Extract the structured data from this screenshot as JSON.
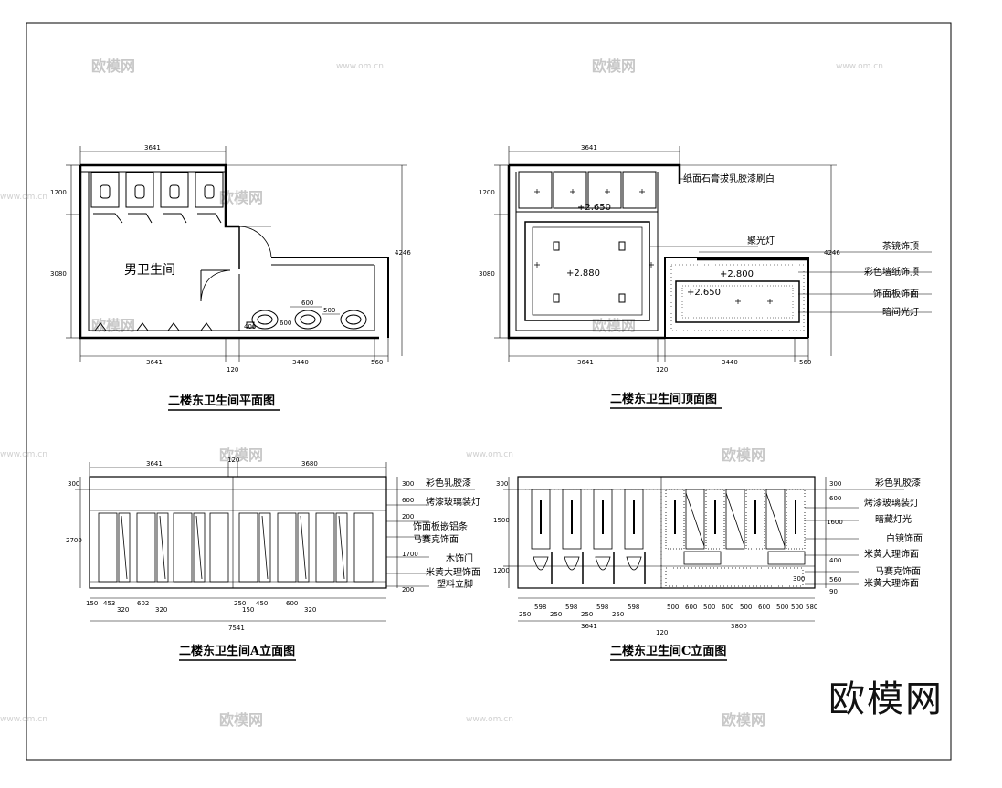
{
  "titles": {
    "plan": "二楼东卫生间平面图",
    "ceiling": "二楼东卫生间顶面图",
    "elevA": "二楼东卫生间A立面图",
    "elevC": "二楼东卫生间C立面图"
  },
  "plan": {
    "room_label": "男卫生间",
    "dims": {
      "top": "3641",
      "left_upper": "1200",
      "left_total": "3080",
      "right": "4246",
      "bottom_left": "3641",
      "bottom_mid": "120",
      "bottom_right": "3440",
      "bottom_end": "560",
      "d600a": "600",
      "d600b": "600",
      "d500": "500",
      "d400": "400"
    }
  },
  "ceiling": {
    "dims": {
      "top": "3641",
      "left_upper": "1200",
      "left_total": "3080",
      "right": "4246",
      "bottom_left": "3641",
      "bottom_mid": "120",
      "bottom_right": "3440",
      "bottom_end": "560"
    },
    "levels": {
      "l1": "+2.650",
      "l2": "+2.880",
      "l3": "+2.800",
      "l4": "+2.650"
    },
    "labels": {
      "gypsum": "纸面石膏拔乳胶漆刷白",
      "spot": "聚光灯",
      "mirror": "茶镜饰顶",
      "wallpaper": "彩色墙纸饰顶",
      "panel": "饰面板饰面",
      "light": "暗间光灯"
    }
  },
  "elevA": {
    "dims": {
      "top_left": "3641",
      "top_mid": "120",
      "top_right": "3680",
      "total": "7541",
      "h300": "300",
      "h2700": "2700",
      "r300": "300",
      "r600": "600",
      "r200": "200",
      "r1700": "1700",
      "r200b": "200"
    },
    "bottom_dims": [
      "150",
      "453",
      "602",
      "320",
      "320",
      "250",
      "450",
      "600",
      "150",
      "320"
    ],
    "labels": {
      "paint": "彩色乳胶漆",
      "lamp": "烤漆玻璃装灯",
      "strip": "饰面板嵌铝条",
      "mosaic": "马赛克饰面",
      "door": "木饰门",
      "marble": "米黄大理饰面",
      "skirt": "塑料立脚"
    }
  },
  "elevC": {
    "dims": {
      "h300": "300",
      "h1500": "1500",
      "h1200": "1200",
      "r300": "300",
      "r600": "600",
      "r1600": "1600",
      "r400": "400",
      "r300b": "300",
      "r560": "560",
      "r90": "90",
      "left": "3641",
      "mid": "120",
      "right": "3800"
    },
    "bottom_dims": [
      "250",
      "598",
      "250",
      "598",
      "250",
      "598",
      "250",
      "598",
      "500",
      "600",
      "500",
      "600",
      "500",
      "600",
      "500",
      "500",
      "580"
    ],
    "labels": {
      "paint": "彩色乳胶漆",
      "lamp": "烤漆玻璃装灯",
      "hidden": "暗藏灯光",
      "mirror": "白镜饰面",
      "marble": "米黄大理饰面",
      "mosaic": "马赛克饰面",
      "marble2": "米黄大理饰面"
    }
  },
  "watermark": {
    "brand": "欧模网",
    "url": "www.om.cn"
  }
}
